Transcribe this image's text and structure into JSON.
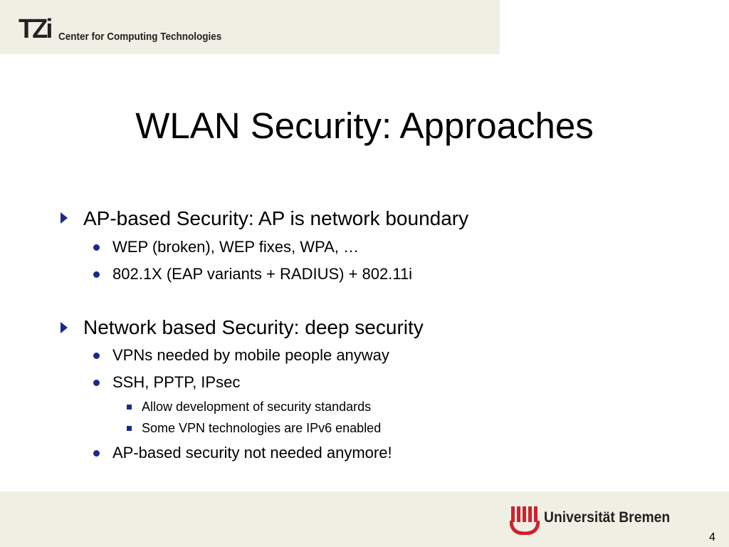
{
  "header": {
    "logo_text": "TZi",
    "org_name": "Center for Computing Technologies"
  },
  "slide": {
    "title": "WLAN Security: Approaches",
    "bullets": [
      {
        "level": 1,
        "text": "AP-based Security: AP is network boundary"
      },
      {
        "level": 2,
        "text": "WEP (broken), WEP fixes, WPA, …"
      },
      {
        "level": 2,
        "text": "802.1X (EAP variants + RADIUS) + 802.11i"
      },
      {
        "level": 1,
        "text": "Network based Security: deep security"
      },
      {
        "level": 2,
        "text": "VPNs needed by mobile people anyway"
      },
      {
        "level": 2,
        "text": "SSH, PPTP, IPsec"
      },
      {
        "level": 3,
        "text": "Allow development of security standards"
      },
      {
        "level": 3,
        "text": "Some VPN technologies are IPv6 enabled"
      },
      {
        "level": 2,
        "text": "AP-based security not needed anymore!"
      }
    ]
  },
  "footer": {
    "university": "Universität Bremen",
    "page_number": "4"
  },
  "colors": {
    "band": "#f0efe3",
    "bullet": "#1b2a8a",
    "logo_red": "#d0202e"
  },
  "icons": {
    "level1_marker": "triangle-right-icon",
    "level2_marker": "dot-icon",
    "level3_marker": "square-icon",
    "university_logo": "uni-bremen-logo-icon"
  }
}
